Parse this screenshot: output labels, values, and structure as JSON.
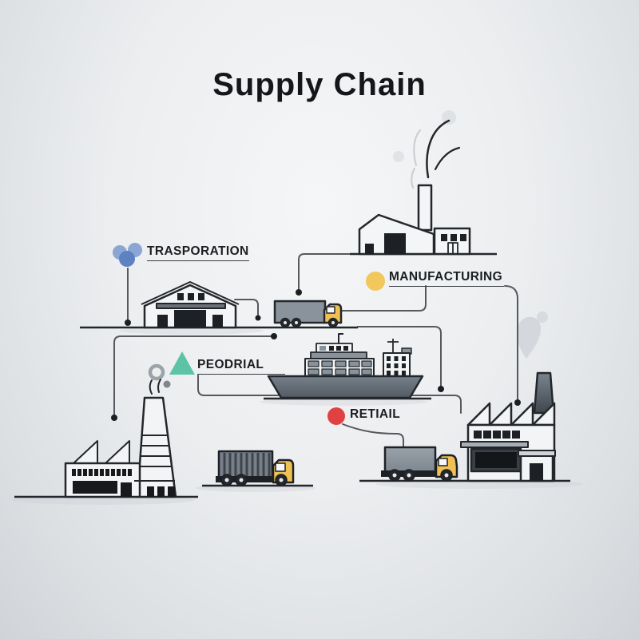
{
  "title": "Supply Chain",
  "stages": [
    {
      "id": "transportation",
      "label": "TRASPORATION",
      "icon": "cloud-cluster-icon",
      "accent": "#7f9ed2"
    },
    {
      "id": "manufacturing",
      "label": "MANUFACTURING",
      "icon": "yellow-dot-icon",
      "accent": "#f2c75c"
    },
    {
      "id": "peodrial",
      "label": "PEODRIAL",
      "icon": "teal-triangle-icon",
      "accent": "#5cc3a6"
    },
    {
      "id": "retail",
      "label": "RETIAIL",
      "icon": "red-dot-icon",
      "accent": "#e14141"
    }
  ],
  "illustrations": [
    "smoking-factory-top",
    "warehouse",
    "small-delivery-truck",
    "cargo-ship",
    "smokestack-factory-left",
    "container-truck",
    "box-truck",
    "retail-factory-right"
  ],
  "colors": {
    "background_top": "#f5f6f8",
    "background_bottom": "#d0d3d7",
    "outline": "#23272b",
    "building_fill": "#f4f5f6",
    "truck_cab_yellow": "#f0c052",
    "truck_box_gray": "#8a929b",
    "ship_hull_gray": "#6e7882",
    "connector_gray": "#55595e",
    "accent_blue": "#5d81c1",
    "accent_yellow": "#f2c75c",
    "accent_teal": "#5cc3a6",
    "accent_red": "#e14141"
  }
}
